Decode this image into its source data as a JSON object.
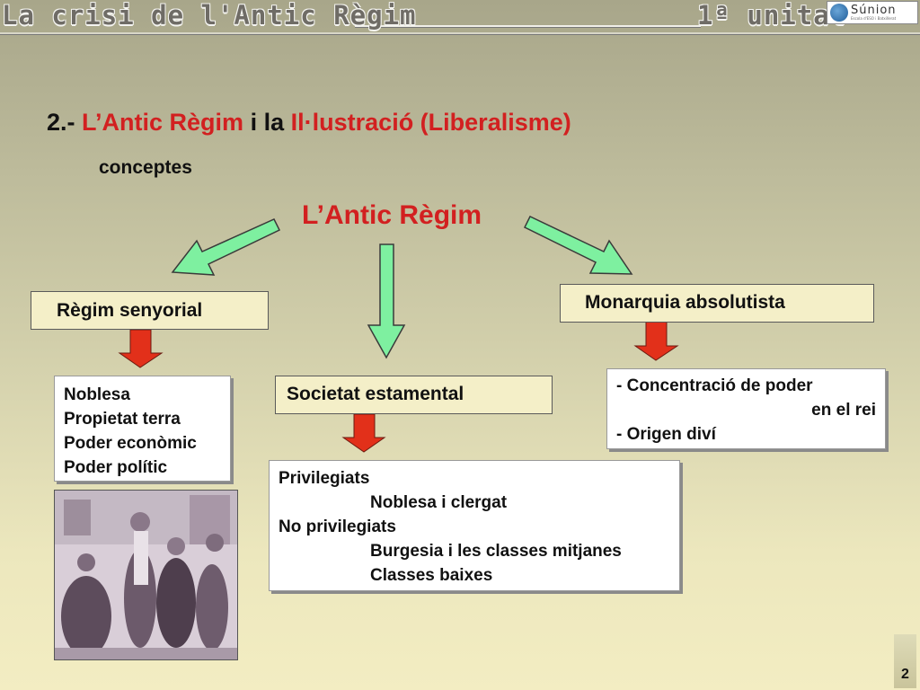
{
  "header": {
    "course_title": "La crisi de l'Antic Règim",
    "unit": "1ª unitat",
    "logo_text": "Súnion",
    "logo_subtitle": "Escola d'ESO i Batxillerat"
  },
  "slide": {
    "title_number": "2.-",
    "title_part1": "L’Antic Règim",
    "title_conj1": "i",
    "title_conj2": "la",
    "title_part2": "Il·lustració (Liberalisme)",
    "subtitle": "conceptes",
    "central_concept": "L’Antic Règim"
  },
  "boxes": {
    "regim_senyorial": "Règim senyorial",
    "monarquia": "Monarquia absolutista",
    "societat": "Societat estamental"
  },
  "details": {
    "senyorial_items": [
      "Noblesa",
      "Propietat terra",
      "Poder econòmic",
      "Poder polític"
    ],
    "monarquia_line1": "- Concentració de poder",
    "monarquia_line2": "en el rei",
    "monarquia_line3": "- Origen diví",
    "societat_privilegiats": "Privilegiats",
    "societat_priv_sub": "Noblesa i clergat",
    "societat_no_privilegiats": "No privilegiats",
    "societat_nopriv_sub1": "Burgesia i les classes mitjanes",
    "societat_nopriv_sub2": "Classes baixes"
  },
  "page_number": "2",
  "colors": {
    "accent_red": "#d22020",
    "arrow_green": "#7ef0a0",
    "arrow_red": "#e2301a"
  }
}
